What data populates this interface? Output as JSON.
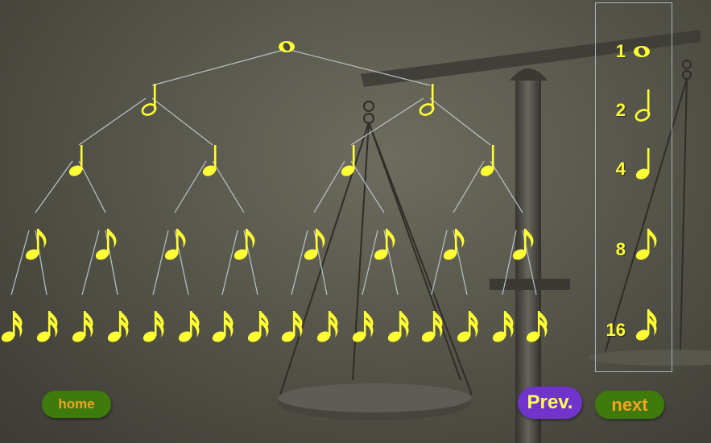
{
  "legend": {
    "rows": [
      {
        "count": "1",
        "note": "whole"
      },
      {
        "count": "2",
        "note": "half"
      },
      {
        "count": "4",
        "note": "quarter"
      },
      {
        "count": "8",
        "note": "eighth"
      },
      {
        "count": "16",
        "note": "sixteenth"
      }
    ]
  },
  "tree": {
    "levels": [
      "whole",
      "half",
      "quarter",
      "eighth",
      "sixteenth"
    ],
    "counts": [
      1,
      2,
      4,
      8,
      16
    ]
  },
  "nav": {
    "home_label": "home",
    "prev_label": "Prev.",
    "next_label": "next"
  },
  "colors": {
    "note": "#ffff33",
    "branch": "#b9c4c9",
    "home_bg": "#3f7a0d",
    "prev_bg": "#7033cc",
    "button_text": "#f4a31d"
  }
}
